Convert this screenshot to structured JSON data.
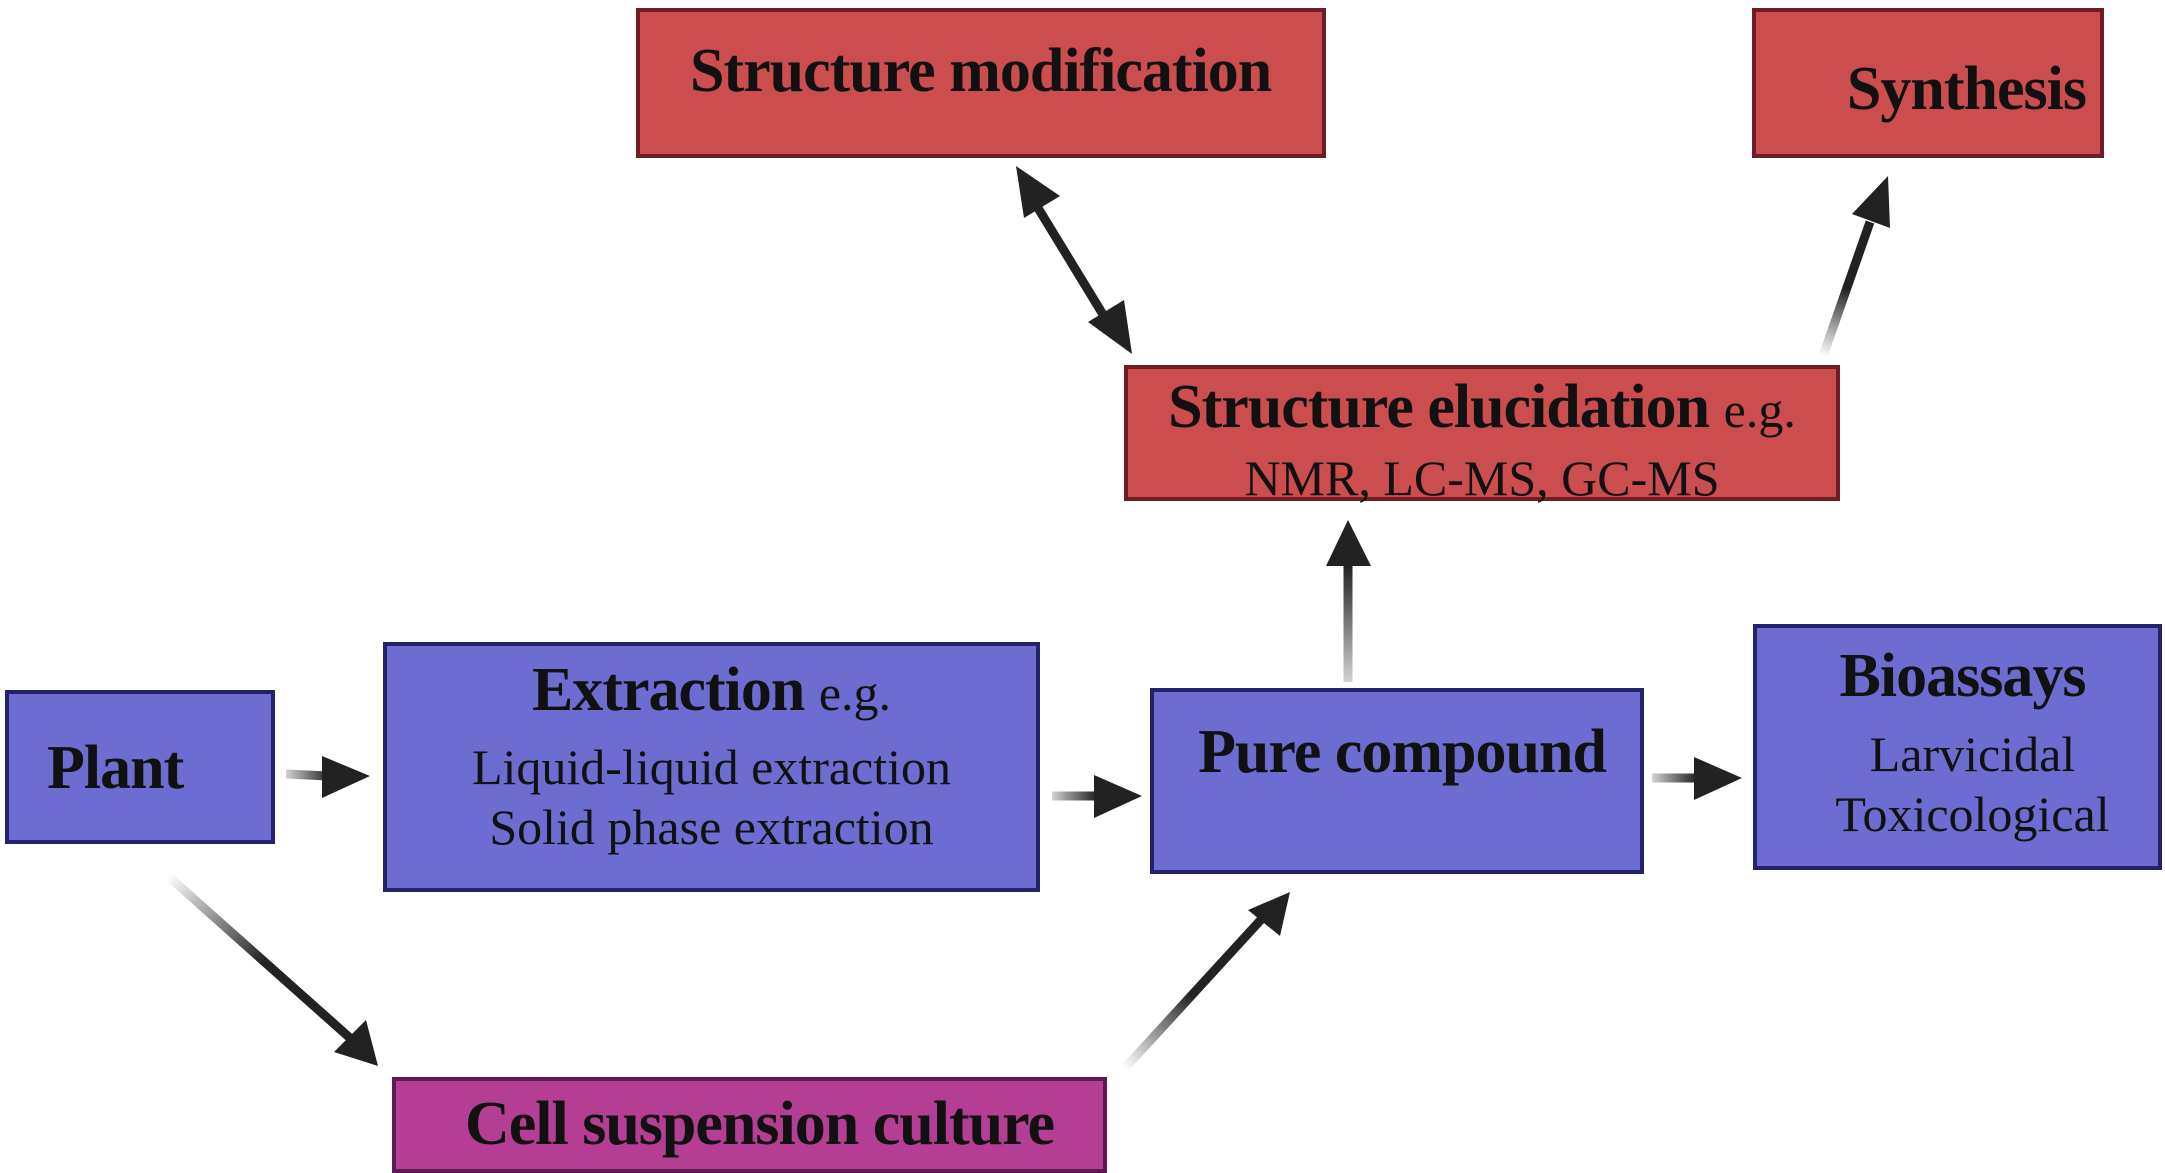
{
  "colors": {
    "red_box": "#cb4d4d",
    "red_border": "#6f1c22",
    "blue_box": "#6d6dd1",
    "blue_border": "#24226a",
    "magenta_box": "#b43e94",
    "magenta_border": "#5e1a52",
    "arrow": "#222222"
  },
  "nodes": {
    "structure_modification": {
      "title": "Structure modification"
    },
    "synthesis": {
      "title": "Synthesis"
    },
    "structure_elucidation": {
      "title": "Structure elucidation",
      "eg": "e.g.",
      "sub": "NMR, LC-MS, GC-MS"
    },
    "plant": {
      "title": "Plant"
    },
    "extraction": {
      "title": "Extraction",
      "eg": "e.g.",
      "sub1": "Liquid-liquid extraction",
      "sub2": "Solid phase extraction"
    },
    "pure_compound": {
      "title": "Pure compound"
    },
    "bioassays": {
      "title": "Bioassays",
      "sub1": "Larvicidal",
      "sub2": "Toxicological"
    },
    "cell_suspension": {
      "title": "Cell suspension culture"
    }
  },
  "edges": [
    {
      "from": "Plant",
      "to": "Extraction"
    },
    {
      "from": "Extraction",
      "to": "Pure compound"
    },
    {
      "from": "Pure compound",
      "to": "Bioassays"
    },
    {
      "from": "Pure compound",
      "to": "Structure elucidation"
    },
    {
      "from": "Structure elucidation",
      "to": "Structure modification",
      "bidirectional": true
    },
    {
      "from": "Structure elucidation",
      "to": "Synthesis"
    },
    {
      "from": "Plant",
      "to": "Cell suspension culture"
    },
    {
      "from": "Cell suspension culture",
      "to": "Pure compound"
    }
  ]
}
